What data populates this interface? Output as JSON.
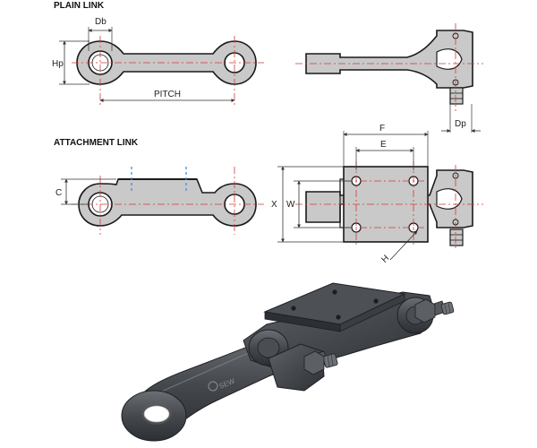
{
  "plain_link": {
    "title": "PLAIN LINK",
    "labels": {
      "db": "Db",
      "hp": "Hp",
      "pitch": "PITCH",
      "dp": "Dp"
    }
  },
  "attachment_link": {
    "title": "ATTACHMENT LINK",
    "labels": {
      "c": "C",
      "f": "F",
      "e": "E",
      "x": "X",
      "w": "W",
      "h": "H"
    }
  },
  "photo": {
    "stamp": "SEW"
  },
  "colors": {
    "part_fill": "#c9c9c9",
    "outline": "#1a1a1a",
    "centerline": "#d23a3a",
    "dimension": "#333333",
    "hidden_line": "#3a8ad8",
    "metal_dark": "#3b3e42",
    "metal_mid": "#5a5e63"
  }
}
